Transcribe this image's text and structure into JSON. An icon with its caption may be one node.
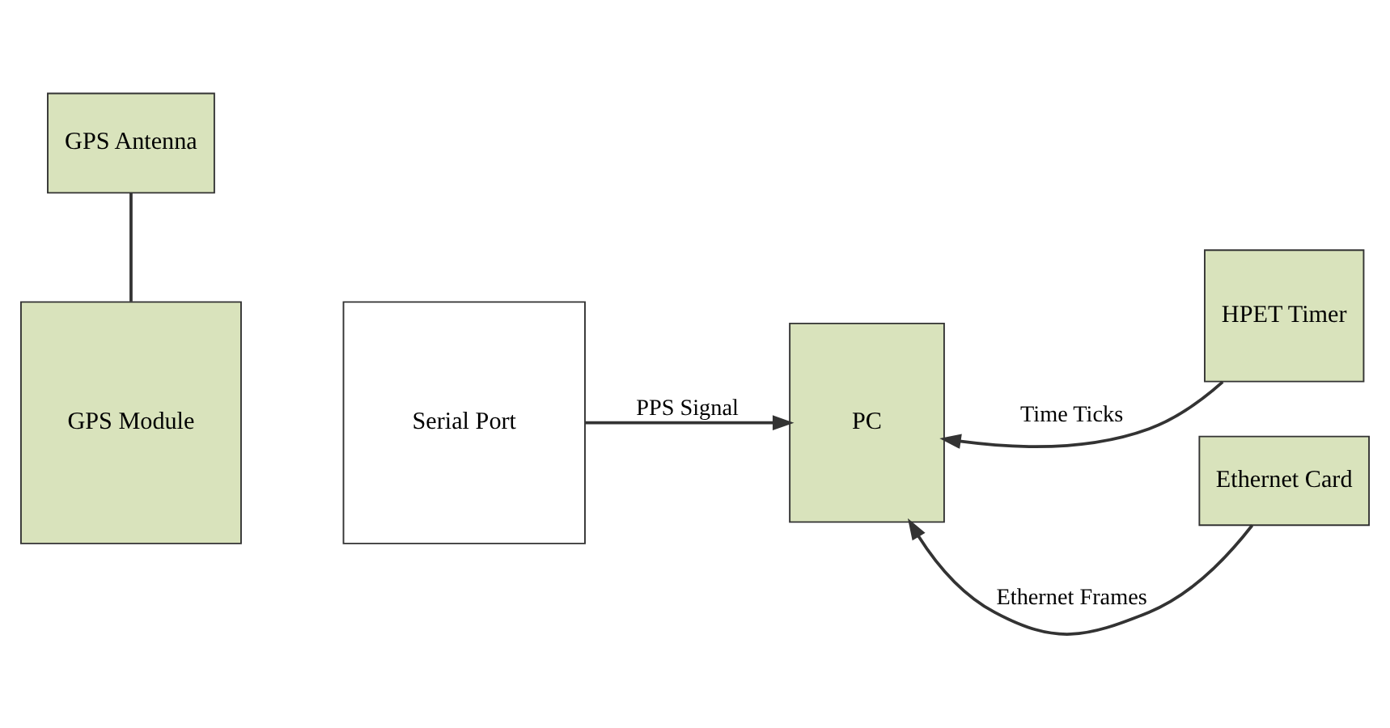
{
  "diagram": {
    "nodes": [
      {
        "text": [
          "GPS Antenna"
        ]
      },
      {
        "text": [
          "GPS Module"
        ]
      },
      {
        "text": [
          "Serial Port"
        ]
      },
      {
        "text": [
          "PC"
        ]
      },
      {
        "text": [
          "HPET Timer"
        ]
      },
      {
        "text": [
          "Ethernet Card"
        ]
      }
    ],
    "edges": [
      {
        "from": 0,
        "to": 1,
        "arrow": "none"
      },
      {
        "from": 2,
        "to": 3,
        "arrow": "to",
        "label": "PPS Signal"
      },
      {
        "from": 4,
        "to": 3,
        "arrow": "to",
        "label": "Time Ticks"
      },
      {
        "from": 5,
        "to": 3,
        "arrow": "to",
        "label": "Ethernet Frames"
      }
    ]
  }
}
